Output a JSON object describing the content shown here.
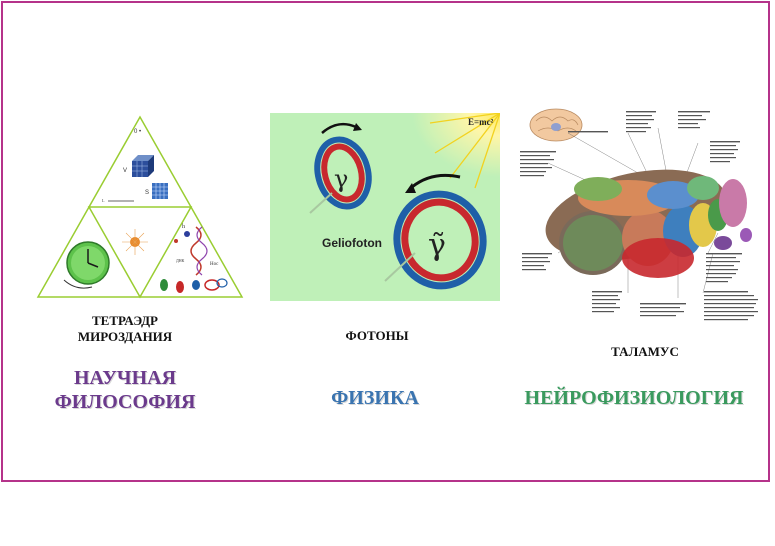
{
  "panels": [
    {
      "caption_lines": [
        "ТЕТРАЭДР",
        "МИРОЗДАНИЯ"
      ],
      "category_lines": [
        "НАУЧНАЯ",
        "ФИЛОСОФИЯ"
      ],
      "category_color": "#6b3a8c",
      "symbols": {
        "top": "0 •",
        "v": "V",
        "s": "S",
        "h": "h",
        "dna": "ДНК",
        "hoc": "Hoc"
      }
    },
    {
      "caption_lines": [
        "ФОТОНЫ"
      ],
      "category_lines": [
        "ФИЗИКА"
      ],
      "category_color": "#3a74b0",
      "formula": "E=mc²",
      "label": "Geliofoton",
      "symbol_small": "γ",
      "symbol_large": "γ̃"
    },
    {
      "caption_lines": [
        "ТАЛАМУС"
      ],
      "category_lines": [
        "НЕЙРОФИЗИОЛОГИЯ"
      ],
      "category_color": "#3a9a5e"
    }
  ],
  "frame_color": "#b5338a",
  "colors": {
    "green_bg": "#bff0b8",
    "ring_red": "#c8282e",
    "ring_blue": "#1f5fa8"
  }
}
